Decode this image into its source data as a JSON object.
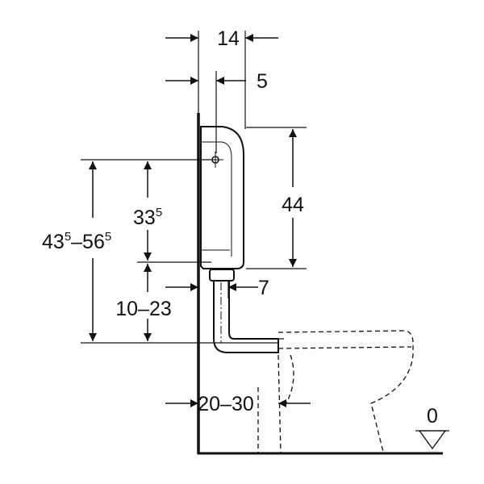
{
  "diagram": {
    "dimensions": {
      "wall_to_cistern_front": "14",
      "wall_to_fixing_point": "5",
      "cistern_height": "44",
      "fixing_height": {
        "main": "33",
        "sup": "5"
      },
      "total_height": {
        "a": "43",
        "a_sup": "5",
        "b": "–56",
        "b_sup": "5"
      },
      "outlet_height_range": "10–23",
      "outlet_depth": "7",
      "pan_connection_distance": "20–30",
      "floor_level": "0"
    },
    "colors": {
      "line": "#111111",
      "background": "#ffffff"
    }
  }
}
